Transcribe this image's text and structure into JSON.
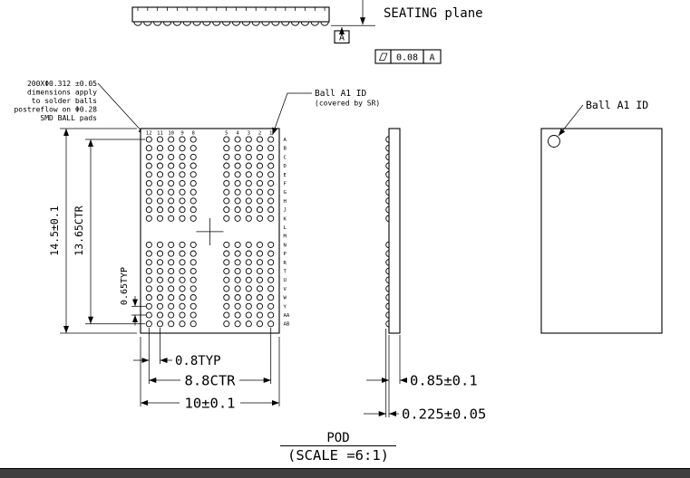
{
  "drawing": {
    "title": "POD",
    "scale": "(SCALE =6:1)",
    "seating_plane_label": "SEATING plane",
    "datum_label": "A",
    "fcf": {
      "tolerance": "0.08",
      "datum": "A"
    },
    "note_lines": [
      "200XΦ0.312 ±0.05",
      "dimensions apply",
      "to solder balls",
      "postreflow on Φ0.28",
      "SMD BALL pads"
    ],
    "callouts": {
      "ball_a1": "Ball A1 ID",
      "covered": "(covered by SR)",
      "top_view": "Ball A1 ID"
    },
    "dims": {
      "body_height": "14.5±0.1",
      "ball_field_height": "13.65CTR",
      "row_pitch": "0.65TYP",
      "col_pitch": "0.8TYP",
      "ball_field_width": "8.8CTR",
      "body_width": "10±0.1",
      "thickness": "0.85±0.1",
      "standoff": "0.225±0.05"
    },
    "ball_map": {
      "column_labels": [
        "12",
        "11",
        "10",
        "9",
        "8",
        "5",
        "4",
        "3",
        "2",
        "1"
      ],
      "row_labels": [
        "A",
        "B",
        "C",
        "D",
        "E",
        "F",
        "G",
        "H",
        "J",
        "K",
        "L",
        "M",
        "N",
        "P",
        "R",
        "T",
        "U",
        "V",
        "W",
        "Y",
        "AA",
        "AB"
      ],
      "empty_rows": [
        "L",
        "M"
      ]
    }
  }
}
